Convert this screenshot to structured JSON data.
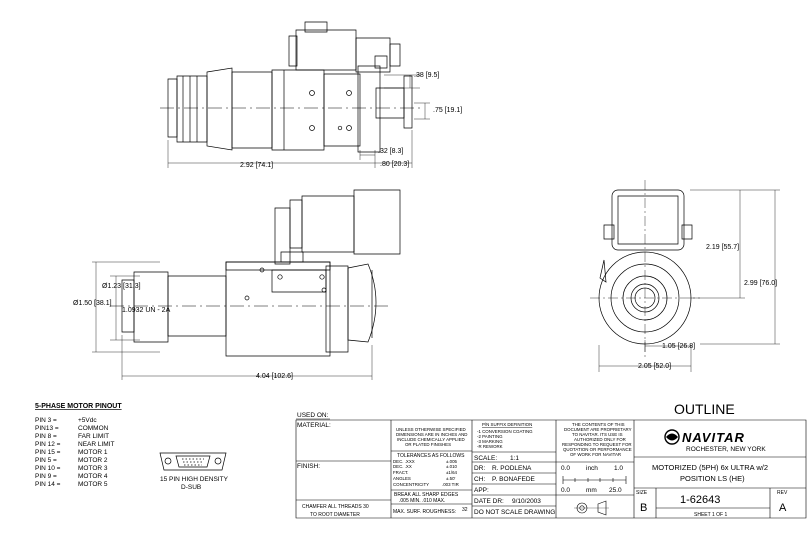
{
  "dimensions": {
    "top_height_38": ".38 [9.5]",
    "top_height_75": ".75 [19.1]",
    "top_len_292": "2.92 [74.1]",
    "top_len_32": ".32 [8.3]",
    "top_len_80": ".80 [20.3]",
    "side_dia_123": "Ø1.23 [31.3]",
    "side_dia_150": "Ø1.50 [38.1]",
    "side_thread": "1.0932 UN - 2A",
    "side_len_404": "4.04 [102.6]",
    "end_h_219": "2.19 [55.7]",
    "end_h_299": "2.99 [76.0]",
    "end_w_105": "1.05 [26.8]",
    "end_w_205": "2.05 [52.0]"
  },
  "pinout": {
    "title": "5-PHASE MOTOR PINOUT",
    "pins": [
      {
        "pin": "PIN 3 =",
        "func": "+5Vdc"
      },
      {
        "pin": "PIN13 =",
        "func": "COMMON"
      },
      {
        "pin": "PIN 8 =",
        "func": "FAR LIMIT"
      },
      {
        "pin": "PIN 12 =",
        "func": "NEAR LIMIT"
      },
      {
        "pin": "PIN 15 =",
        "func": "MOTOR 1"
      },
      {
        "pin": "PIN 5 =",
        "func": "MOTOR 2"
      },
      {
        "pin": "PIN 10 =",
        "func": "MOTOR 3"
      },
      {
        "pin": "PIN 9 =",
        "func": "MOTOR 4"
      },
      {
        "pin": "PIN 14 =",
        "func": "MOTOR 5"
      }
    ],
    "connector_line1": "15 PIN HIGH DENSITY",
    "connector_line2": "D-SUB"
  },
  "title_block": {
    "used_on": "USED ON:",
    "material": "MATERIAL:",
    "finish": "FINISH:",
    "chamfer_1": "CHAMFER ALL THREADS 30",
    "chamfer_2": "TO ROOT DIAMETER",
    "unless_1": "UNLESS OTHERWISE SPECIFIED",
    "unless_2": "DIMENSIONS ARE IN INCHES AND",
    "unless_3": "INCLUDE CHEMICALLY APPLIED",
    "unless_4": "OR PLATED FINISHES",
    "tol_title": "TOLERANCES AS FOLLOWS",
    "tol_rows": [
      {
        "label": "DEC.   .XXX",
        "value": "±.005"
      },
      {
        "label": "DEC.   .XX",
        "value": "±.010"
      },
      {
        "label": "FRACT.",
        "value": "±1/64"
      },
      {
        "label": "ANGLES",
        "value": "±.50'"
      },
      {
        "label": "CONCENTRICITY",
        "value": ".003 TIR"
      }
    ],
    "break_1": "BREAK ALL SHARP EDGES",
    "break_2": ".005 MIN.  .010 MAX.",
    "max_surf": "MAX. SURF. ROUGHNESS:",
    "surf_val": "32",
    "suffix_title": "P/N SUFFIX DEFINITION",
    "suffix_rows": [
      "-1  CONVERSION COATING",
      "-2  PAINTING",
      "-3  MARKING",
      "-R  REWORK"
    ],
    "scale_label": "SCALE:",
    "scale_value": "1:1",
    "dr_label": "DR:",
    "dr_value": "R. PODLENA",
    "ch_label": "CH:",
    "ch_value": "P. BONAFEDE",
    "app_label": "APP:",
    "date_label": "DATE DR:",
    "date_value": "9/10/2003",
    "no_scale": "DO NOT SCALE DRAWING",
    "prop_1": "THE CONTENTS OF THIS",
    "prop_2": "DOCUMENT ARE PROPRIETARY",
    "prop_3": "TO NAVITAR. ITS USE IS",
    "prop_4": "AUTHORIZED ONLY FOR",
    "prop_5": "RESPONDING TO REQUEST FOR",
    "prop_6": "QUOTATION OR PERFORMANCE",
    "prop_7": "OF WORK FOR NAVITAR",
    "inch_scale": [
      "0.0",
      "inch",
      "1.0"
    ],
    "mm_scale": [
      "0.0",
      "mm",
      "25.0"
    ],
    "outline": "OUTLINE",
    "logo": "NAVITAR",
    "city": "ROCHESTER, NEW YORK",
    "desc_1": "MOTORIZED (5PH) 6x ULTRA w/2",
    "desc_2": "POSITION LS (HE)",
    "size_label": "SIZE",
    "size_value": "B",
    "part_no": "1-62643",
    "sheet": "SHEET  1  OF   1",
    "rev_label": "REV",
    "rev_value": "A"
  },
  "colors": {
    "ink": "#000000",
    "paper": "#ffffff"
  }
}
